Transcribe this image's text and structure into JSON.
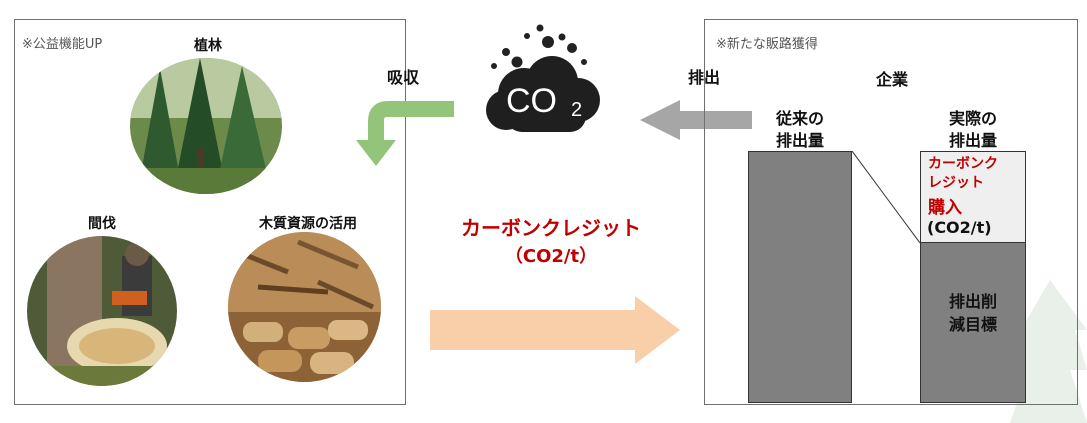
{
  "left_panel": {
    "note": "※公益機能UP",
    "planting_label": "植林",
    "thinning_label": "間伐",
    "wood_use_label": "木質資源の活用"
  },
  "center": {
    "absorb_label": "吸収",
    "co2_main": "CO",
    "co2_sub": "2",
    "emit_label": "排出",
    "carbon_credit_line1": "カーボンクレジット",
    "carbon_credit_line2": "（CO2/t）"
  },
  "right_panel": {
    "note": "※新たな販路獲得",
    "company_label": "企業",
    "conventional_line1": "従来の",
    "conventional_line2": "排出量",
    "actual_line1": "実際の",
    "actual_line2": "排出量",
    "credit_line1": "カーボンク",
    "credit_line2": "レジット",
    "credit_line3": "購入",
    "credit_unit": "(CO2/t)",
    "target_line1": "排出削",
    "target_line2": "減目標"
  },
  "colors": {
    "green_arrow": "#92c47a",
    "gray_arrow": "#a6a6a6",
    "peach_arrow": "#f8cfa8",
    "credit_red": "#c00000",
    "bar_gray": "#808080",
    "credit_box": "#efefef"
  }
}
